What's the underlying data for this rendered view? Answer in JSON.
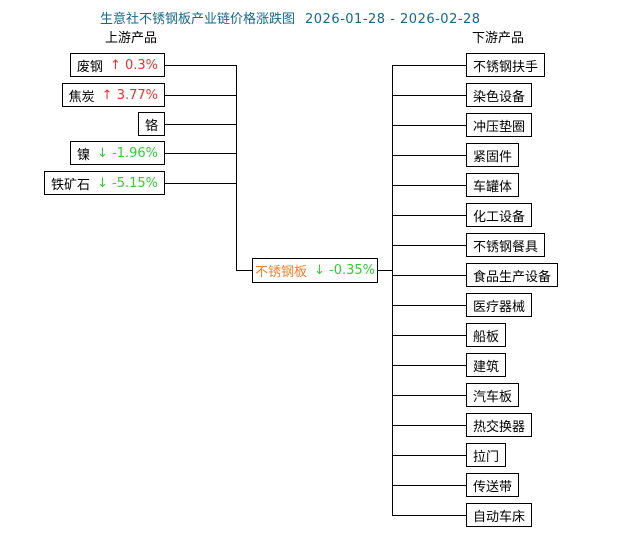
{
  "title": {
    "text": "生意社不锈钢板产业链价格涨跌图",
    "date_range": "2026-01-28 - 2026-02-28"
  },
  "columns": {
    "upstream_label": "上游产品",
    "downstream_label": "下游产品"
  },
  "center": {
    "label": "不锈钢板",
    "change": "↓ -0.35%",
    "direction": "down"
  },
  "upstream": {
    "items": [
      {
        "label": "废钢",
        "change": "↑ 0.3%",
        "direction": "up"
      },
      {
        "label": "焦炭",
        "change": "↑ 3.77%",
        "direction": "up"
      },
      {
        "label": "铬",
        "change": "",
        "direction": "none"
      },
      {
        "label": "镍",
        "change": "↓ -1.96%",
        "direction": "down"
      },
      {
        "label": "铁矿石",
        "change": "↓ -5.15%",
        "direction": "down"
      }
    ]
  },
  "downstream": {
    "items": [
      {
        "label": "不锈钢扶手"
      },
      {
        "label": "染色设备"
      },
      {
        "label": "冲压垫圈"
      },
      {
        "label": "紧固件"
      },
      {
        "label": "车罐体"
      },
      {
        "label": "化工设备"
      },
      {
        "label": "不锈钢餐具"
      },
      {
        "label": "食品生产设备"
      },
      {
        "label": "医疗器械"
      },
      {
        "label": "船板"
      },
      {
        "label": "建筑"
      },
      {
        "label": "汽车板"
      },
      {
        "label": "热交换器"
      },
      {
        "label": "拉门"
      },
      {
        "label": "传送带"
      },
      {
        "label": "自动车床"
      }
    ]
  },
  "colors": {
    "title": "#14688a",
    "up": "#e83333",
    "down": "#33cc33",
    "center_label": "#ef7f2a",
    "line": "#000000",
    "background": "#ffffff"
  }
}
